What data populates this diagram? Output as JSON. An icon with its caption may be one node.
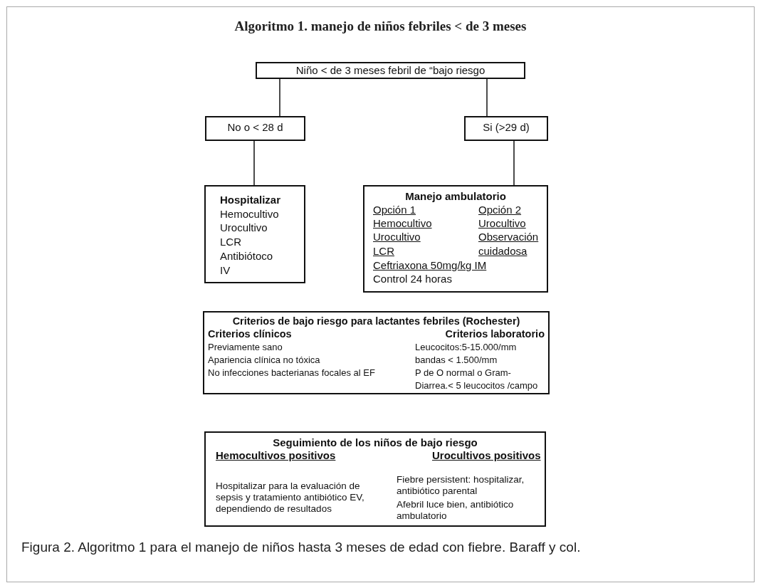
{
  "diagram": {
    "title": "Algoritmo 1. manejo de niños febriles < de 3 meses",
    "caption": "Figura 2. Algoritmo 1 para el manejo de niños hasta 3 meses de edad con fiebre. Baraff y col.",
    "nodes": [
      {
        "text": [
          "Niño < de 3 meses febril de “bajo riesgo"
        ]
      },
      {
        "text": [
          "No o < 28 d"
        ]
      },
      {
        "text": [
          "Si (>29 d)"
        ]
      },
      {
        "text": [
          "Hospitalizar",
          "Hemocultivo",
          "Urocultivo",
          "LCR",
          "Antibiótoco",
          "IV"
        ]
      },
      {
        "text": [
          "Manejo ambulatorio",
          "Opción 1",
          "Opción 2",
          "Hemocultivo",
          "Urocultivo",
          "Urocultivo",
          "Observación",
          "LCR",
          "cuidadosa",
          "Ceftriaxona 50mg/kg IM",
          "Control 24 horas"
        ]
      },
      {
        "text": [
          "Criterios de bajo riesgo para lactantes febriles (Rochester)",
          "Criterios clínicos",
          "Criterios laboratorio",
          "Previamente sano",
          "Apariencia clínica no tóxica",
          "No infecciones bacterianas focales al EF",
          "Leucocitos:5-15.000/mm",
          "bandas < 1.500/mm",
          "P de O normal o Gram-",
          "Diarrea.< 5 leucocitos /campo"
        ]
      },
      {
        "text": [
          "Seguimiento de los niños de bajo riesgo",
          "Hemocultivos positivos",
          "Urocultivos positivos",
          "Hospitalizar para la evaluación de sepsis y tratamiento antibiótico EV, dependiendo de resultados",
          "Fiebre persistent: hospitalizar, antibiótico parental",
          "Afebril luce bien, antibiótico ambulatorio"
        ]
      }
    ],
    "edges": [
      {
        "from": 0,
        "to": 1,
        "arrow": "none"
      },
      {
        "from": 0,
        "to": 2,
        "arrow": "none"
      },
      {
        "from": 1,
        "to": 3,
        "arrow": "none"
      },
      {
        "from": 2,
        "to": 4,
        "arrow": "none"
      }
    ]
  }
}
